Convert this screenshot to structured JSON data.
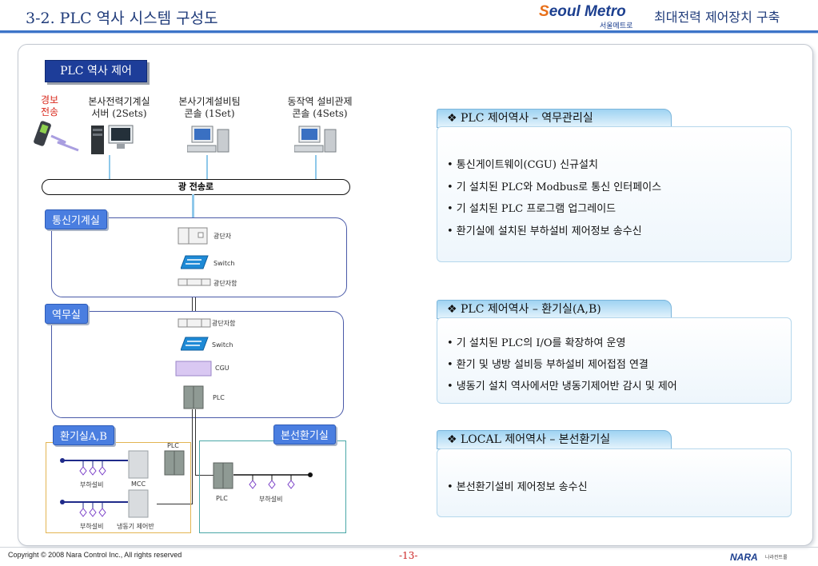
{
  "header": {
    "title": "3-2. PLC 역사 시스템 구성도",
    "logo_main_s": "S",
    "logo_main_rest": "eoul Metro",
    "logo_sub": "서울메트로",
    "right_title": "최대전력 제어장치 구축"
  },
  "diagram": {
    "title": "PLC 역사 제어",
    "alarm_label_1": "경보",
    "alarm_label_2": "전송",
    "server_label_1": "본사전력기계실",
    "server_label_2": "서버 (2Sets)",
    "console1_label_1": "본사기계설비팀",
    "console1_label_2": "콘솔 (1Set)",
    "console2_label_1": "동작역 설비관제",
    "console2_label_2": "콘솔 (4Sets)",
    "bus_label": "광 전송로",
    "comm_room": {
      "label": "통신기계실",
      "item1": "광단자",
      "item2": "Switch",
      "item3": "광단자함"
    },
    "station_room": {
      "label": "역무실",
      "item1": "광단자함",
      "item2": "Switch",
      "item3": "CGU",
      "item4": "PLC"
    },
    "vent_room": {
      "label": "환기실A,B",
      "plc": "PLC",
      "mcc": "MCC",
      "load1": "부하설비",
      "load2": "부하설비",
      "chiller": "냉동기 제어반"
    },
    "main_vent": {
      "label": "본선환기실",
      "plc": "PLC",
      "load": "부하설비"
    }
  },
  "panels": [
    {
      "heading": "❖ PLC 제어역사 – 역무관리실",
      "bullets": [
        "• 통신게이트웨이(CGU) 신규설치",
        "• 기 설치된 PLC와 Modbus로 통신 인터페이스",
        "• 기 설치된 PLC 프로그램 업그레이드",
        "• 환기실에 설치된 부하설비 제어정보 송수신"
      ]
    },
    {
      "heading": "❖ PLC 제어역사 – 환기실(A,B)",
      "bullets": [
        "• 기 설치된 PLC의 I/O를 확장하여 운영",
        "• 환기 및 냉방 설비등 부하설비 제어접점 연결",
        "• 냉동기 설치 역사에서만 냉동기제어반 감시 및 제어"
      ]
    },
    {
      "heading": "❖ LOCAL 제어역사 – 본선환기실",
      "bullets": [
        "• 본선환기설비 제어정보 송수신"
      ]
    }
  ],
  "footer": {
    "copyright": "Copyright ©  2008 Nara Control Inc., All rights reserved",
    "page": "-13-",
    "logo": "NARA",
    "logo_sub": "나라컨트롤"
  }
}
